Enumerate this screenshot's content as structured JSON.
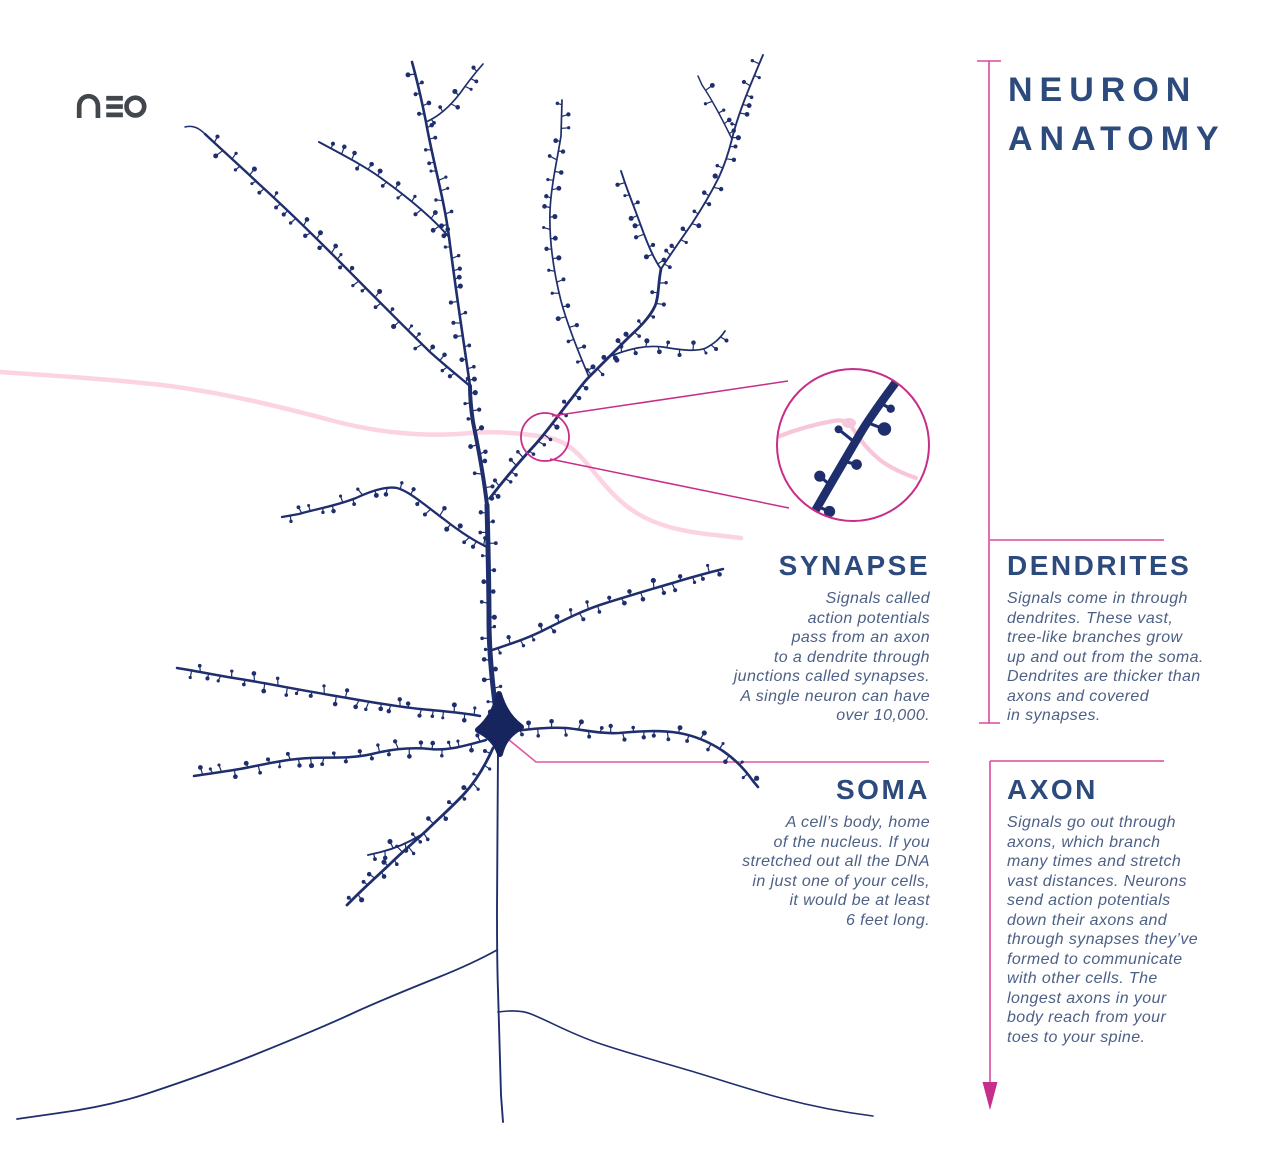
{
  "brand": {
    "logo": "NEO"
  },
  "title": {
    "lines": [
      "NEURON",
      "ANATOMY"
    ]
  },
  "sections": {
    "synapse": {
      "heading": "SYNAPSE",
      "body": [
        "Signals called",
        "action potentials",
        "pass from an axon",
        "to a dendrite through",
        "junctions called synapses.",
        "A single neuron can have",
        "over 10,000."
      ]
    },
    "dendrites": {
      "heading": "DENDRITES",
      "body": [
        "Signals come in through",
        "dendrites. These vast,",
        "tree-like branches grow",
        "up and out from the soma.",
        "Dendrites are thicker than",
        "axons and covered",
        "in synapses."
      ]
    },
    "soma": {
      "heading": "SOMA",
      "body": [
        "A cell’s body, home",
        "of the nucleus. If you",
        "stretched out all the DNA",
        "in just one of your cells,",
        "it would be at least",
        "6 feet long."
      ]
    },
    "axon": {
      "heading": "AXON",
      "body": [
        "Signals go out through",
        "axons, which branch",
        "many times and stretch",
        "vast distances. Neurons",
        "send action potentials",
        "down their axons and",
        "through synapses they’ve",
        "formed to communicate",
        "with other cells. The",
        "longest axons in your",
        "body reach from your",
        "toes to your spine."
      ]
    }
  },
  "figure": {
    "neuron_color": "#1f2e6d",
    "soma_color": "#17255f",
    "accent_magenta": "#c62e8a",
    "rule_pink": "#d84a9c",
    "faded_axon_pink": "#fbd3e3",
    "logo_color": "#42464d",
    "icons": [
      "magnifier-zoom-circle",
      "down-arrow"
    ]
  }
}
